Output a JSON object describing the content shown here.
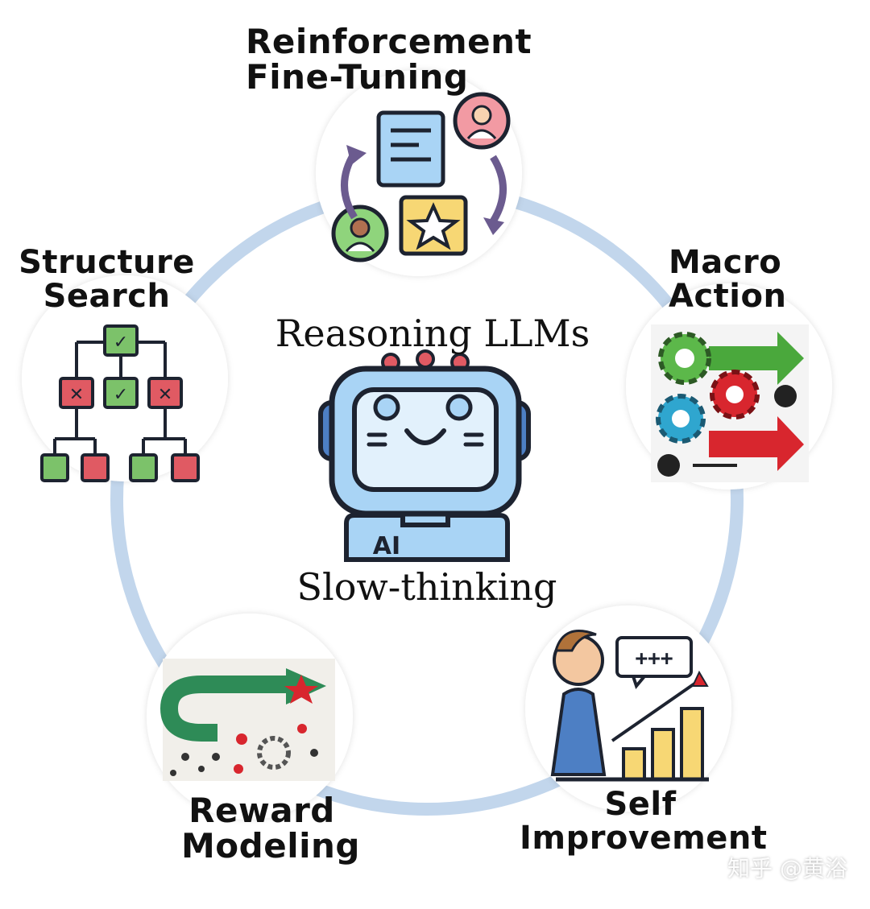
{
  "center": {
    "title": "Reasoning LLMs",
    "subtitle": "Slow-thinking",
    "robot_badge": "AI"
  },
  "nodes": {
    "rft": {
      "line1": "Reinforcement",
      "line2": "Fine-Tuning"
    },
    "macro": {
      "line1": "Macro",
      "line2": "Action"
    },
    "self": {
      "line1": "Self",
      "line2": "Improvement",
      "bubble": "+++"
    },
    "reward": {
      "line1": "Reward",
      "line2": "Modeling"
    },
    "structure": {
      "line1": "Structure",
      "line2": "Search"
    }
  },
  "watermark": "知乎 @黄浴",
  "colors": {
    "ring": "#c2d6ec",
    "robot_fill": "#a9d4f5",
    "robot_stroke": "#1d2330",
    "green": "#7cc26a",
    "red": "#e05a63",
    "yellow": "#f7d774"
  }
}
